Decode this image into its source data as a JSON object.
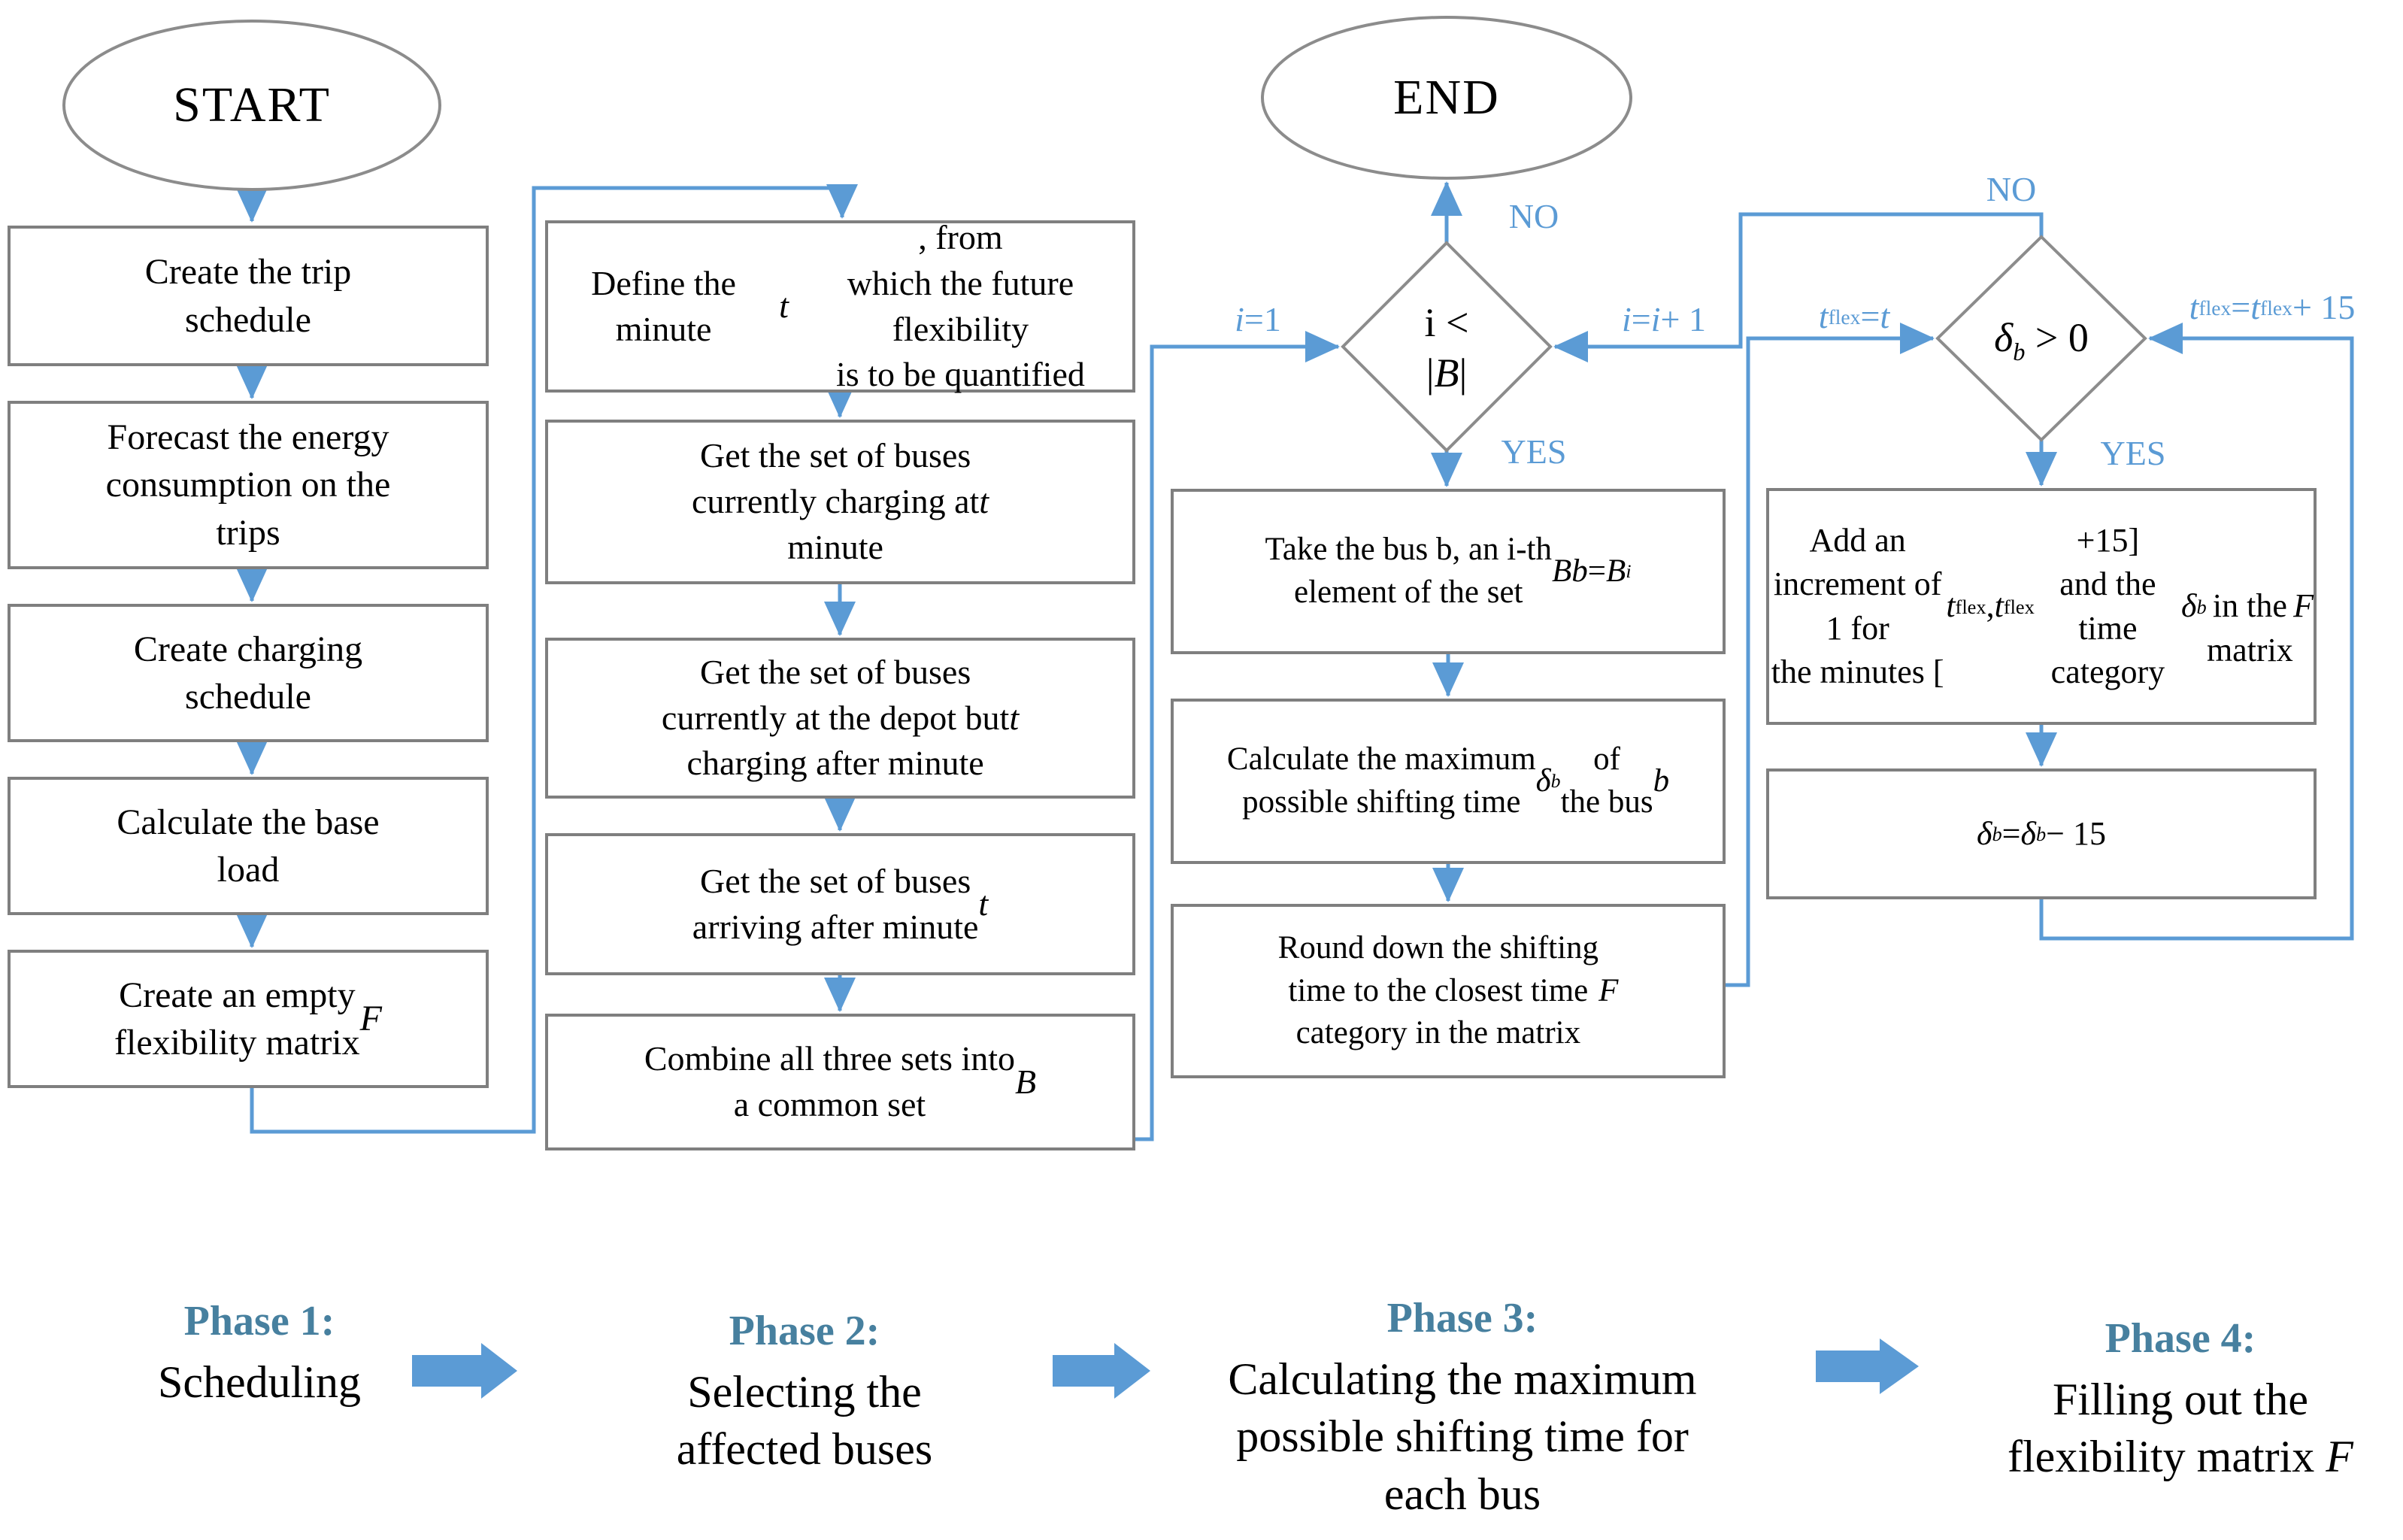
{
  "palette": {
    "connector_blue": "#5B9BD5",
    "label_blue": "#5B9BD5",
    "phase_heading_color": "#47809F",
    "shape_border_gray": "#7F7F7F",
    "text_color": "#000000",
    "background": "#FFFFFF"
  },
  "terminals": {
    "start": "START",
    "end": "END"
  },
  "nodes": {
    "create_trip": "Create the trip<br>schedule",
    "forecast": "Forecast the energy<br>consumption on the<br>trips",
    "create_charging": "Create charging<br>schedule",
    "base_load": "Calculate the base<br>load",
    "empty_matrix": "Create an empty<br>flexibility matrix <i>F</i>",
    "define_minute": "Define the minute <i>t</i>, from<br>which the future flexibility<br>is to be quantified",
    "buses_charging": "Get the set of buses<br>currently charging at<br>minute <i>t</i>",
    "buses_depot": "Get the set of buses<br>currently at the depot but<br>charging after minute <i>t</i>",
    "buses_arriving": "Get the set of buses<br>arriving after minute <i>t</i>",
    "combine_sets": "Combine all three sets into<br>a common set <i>B</i>",
    "take_bus": "Take the bus b, an i-th<br>element of the set <i>B</i><br><i>b</i> = <i>B</i><sub><i>i</i></sub>",
    "calc_shift": "Calculate the maximum<br>possible shifting time <i>&delta;</i><sub><i>b</i></sub> of<br>the bus <i>b</i>",
    "round_down": "Round down the shifting<br>time to the closest time<br>category in the matrix <i>F</i>",
    "add_increment": "Add an increment of 1 for<br>the minutes [<i>t</i><sub>flex</sub>, <i>t</i><sub>flex</sub>+15]<br>and the time category <i>&delta;</i><sub><i>b</i></sub><br>in the matrix <i>F</i>",
    "decrement": "<i>&delta;</i><sub><i>b</i></sub> =  <i>&delta;</i><sub><i>b</i></sub> &minus; 15"
  },
  "decisions": {
    "loop_line1": "i <",
    "loop_line2": "|<i>B</i>|",
    "delta_check": "<i>&delta;</i><sub><i>b</i></sub> > 0"
  },
  "edge_labels": {
    "loop_no": "NO",
    "loop_yes": "YES",
    "i_init": "<i>i</i> =1",
    "i_incr": "<i>i</i> = <i>i</i> + 1",
    "delta_no": "NO",
    "delta_yes": "YES",
    "tflex_init": "<i>t</i><sub>flex</sub> = <i>t</i>",
    "tflex_incr": "<i>t</i><sub>flex</sub> =  <i>t</i><sub>flex</sub> + 15"
  },
  "phases": [
    {
      "title": "Phase 1:",
      "desc": "Scheduling"
    },
    {
      "title": "Phase 2:",
      "desc": "Selecting the<br>affected buses"
    },
    {
      "title": "Phase 3:",
      "desc": "Calculating the maximum<br>possible shifting time for<br>each bus"
    },
    {
      "title": "Phase 4:",
      "desc": "Filling out the<br>flexibility matrix <i>F</i>"
    }
  ]
}
